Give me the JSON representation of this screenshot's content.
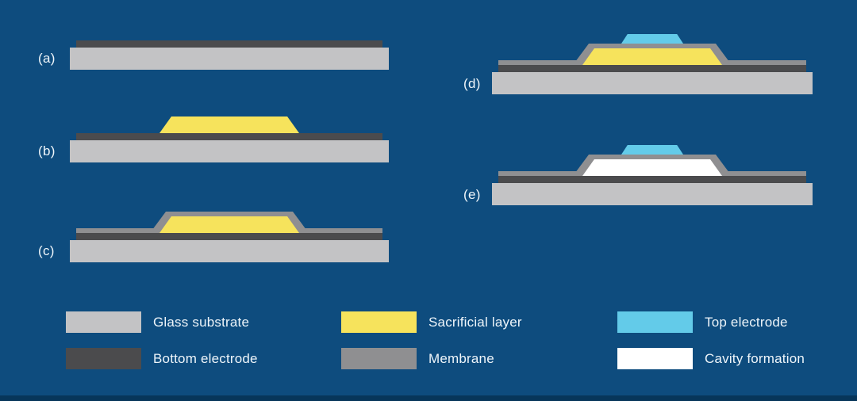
{
  "colors": {
    "background": "#0e4c7e",
    "glass_substrate": "#c3c3c5",
    "bottom_electrode": "#4b4b4d",
    "sacrificial_layer": "#f6e35c",
    "membrane": "#8f8f91",
    "top_electrode": "#63cbe9",
    "cavity": "#ffffff",
    "label_text": "#eef5fa",
    "bottom_bar": "#07365a"
  },
  "steps": [
    {
      "id": "a",
      "label": "(a)"
    },
    {
      "id": "b",
      "label": "(b)"
    },
    {
      "id": "c",
      "label": "(c)"
    },
    {
      "id": "d",
      "label": "(d)"
    },
    {
      "id": "e",
      "label": "(e)"
    }
  ],
  "legend": [
    {
      "label": "Glass substrate",
      "color_key": "glass_substrate"
    },
    {
      "label": "Bottom electrode",
      "color_key": "bottom_electrode"
    },
    {
      "label": "Sacrificial layer",
      "color_key": "sacrificial_layer"
    },
    {
      "label": "Membrane",
      "color_key": "membrane"
    },
    {
      "label": "Top electrode",
      "color_key": "top_electrode"
    },
    {
      "label": "Cavity formation",
      "color_key": "cavity"
    }
  ]
}
